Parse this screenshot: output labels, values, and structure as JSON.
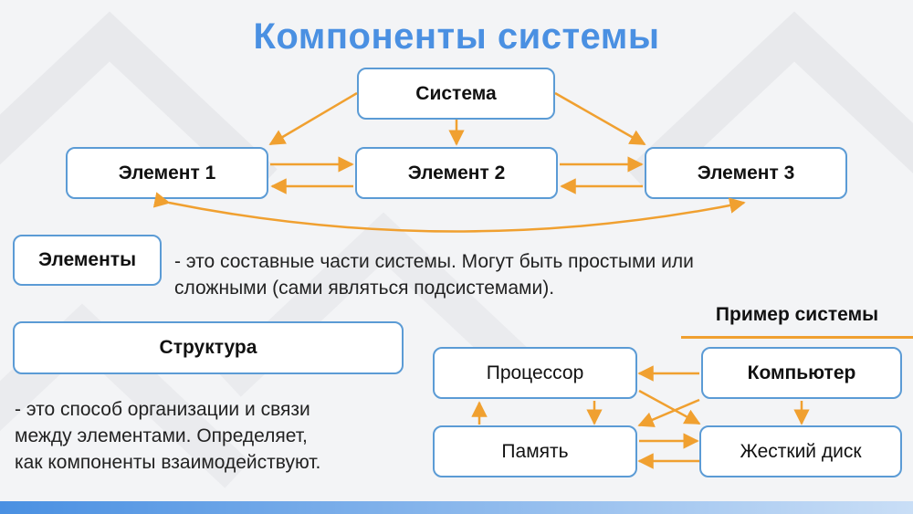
{
  "title": "Компоненты системы",
  "system_box": "Система",
  "elements": [
    "Элемент 1",
    "Элемент 2",
    "Элемент 3"
  ],
  "elements_label": "Элементы",
  "elements_desc_line1": "- это составные части системы. Могут быть простыми или",
  "elements_desc_line2": "сложными (сами являться подсистемами).",
  "structure_label": "Структура",
  "structure_desc_line1": "- это способ организации и связи",
  "structure_desc_line2": "между элементами. Определяет,",
  "structure_desc_line3": "как компоненты взаимодействуют.",
  "example": {
    "title": "Пример системы",
    "computer": "Компьютер",
    "processor": "Процессор",
    "memory": "Память",
    "hdd": "Жесткий диск"
  },
  "colors": {
    "accent": "#4a90e2",
    "arrow": "#f0a030",
    "border": "#5b9bd5"
  }
}
